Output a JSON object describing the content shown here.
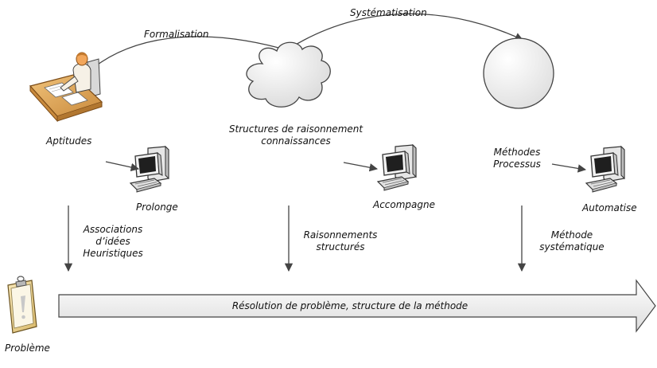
{
  "labels": {
    "formalisation": "Formalisation",
    "systematisation": "Systématisation",
    "aptitudes": "Aptitudes",
    "structures_line1": "Structures de raisonnement",
    "structures_line2": "connaissances",
    "methodes_line1": "Méthodes",
    "methodes_line2": "Processus",
    "prolonge": "Prolonge",
    "accompagne": "Accompagne",
    "automatise": "Automatise",
    "associations_line1": "Associations",
    "associations_line2": "d’idées",
    "associations_line3": "Heuristiques",
    "raisonnements_line1": "Raisonnements",
    "raisonnements_line2": "structurés",
    "methode_line1": "Méthode",
    "methode_line2": "systématique",
    "resolution": "Résolution de problème, structure de la méthode",
    "probleme": "Problème"
  },
  "icons": {
    "person": "person-at-desk-icon",
    "cloud": "cloud-icon",
    "circle": "circle-icon",
    "computer": "computer-icon",
    "clipboard": "clipboard-icon"
  },
  "colors": {
    "stroke": "#444444",
    "arrow_fill_start": "#ffffff",
    "arrow_fill_end": "#d9d9d9",
    "desk": "#e0a85a",
    "person_shirt": "#f5f0e6",
    "skin": "#f2a65a",
    "computer": "#e8e8e8"
  }
}
